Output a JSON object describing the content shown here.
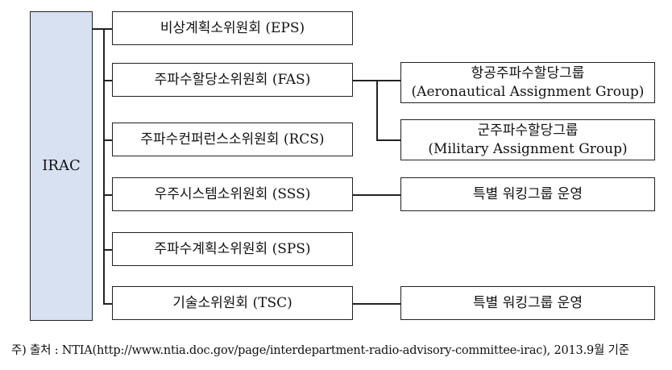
{
  "root": {
    "label": "IRAC"
  },
  "subcommittees": [
    {
      "label": "비상계획소위원회 (EPS)"
    },
    {
      "label": "주파수할당소위원회 (FAS)"
    },
    {
      "label": "주파수컨퍼런스소위원회 (RCS)"
    },
    {
      "label": "우주시스템소위원회 (SSS)"
    },
    {
      "label": "주파수계획소위원회 (SPS)"
    },
    {
      "label": "기술소위원회 (TSC)"
    }
  ],
  "groups": [
    {
      "line1": "항공주파수할당그룹",
      "line2": "(Aeronautical Assignment Group)"
    },
    {
      "line1": "군주파수할당그룹",
      "line2": "(Military Assignment Group)"
    },
    {
      "line1": "특별 워킹그룹 운영"
    },
    {
      "line1": "특별 워킹그룹 운영"
    }
  ],
  "footnote": "주) 출처 : NTIA(http://www.ntia.doc.gov/page/interdepartment-radio-advisory-committee-irac), 2013.9월 기준"
}
